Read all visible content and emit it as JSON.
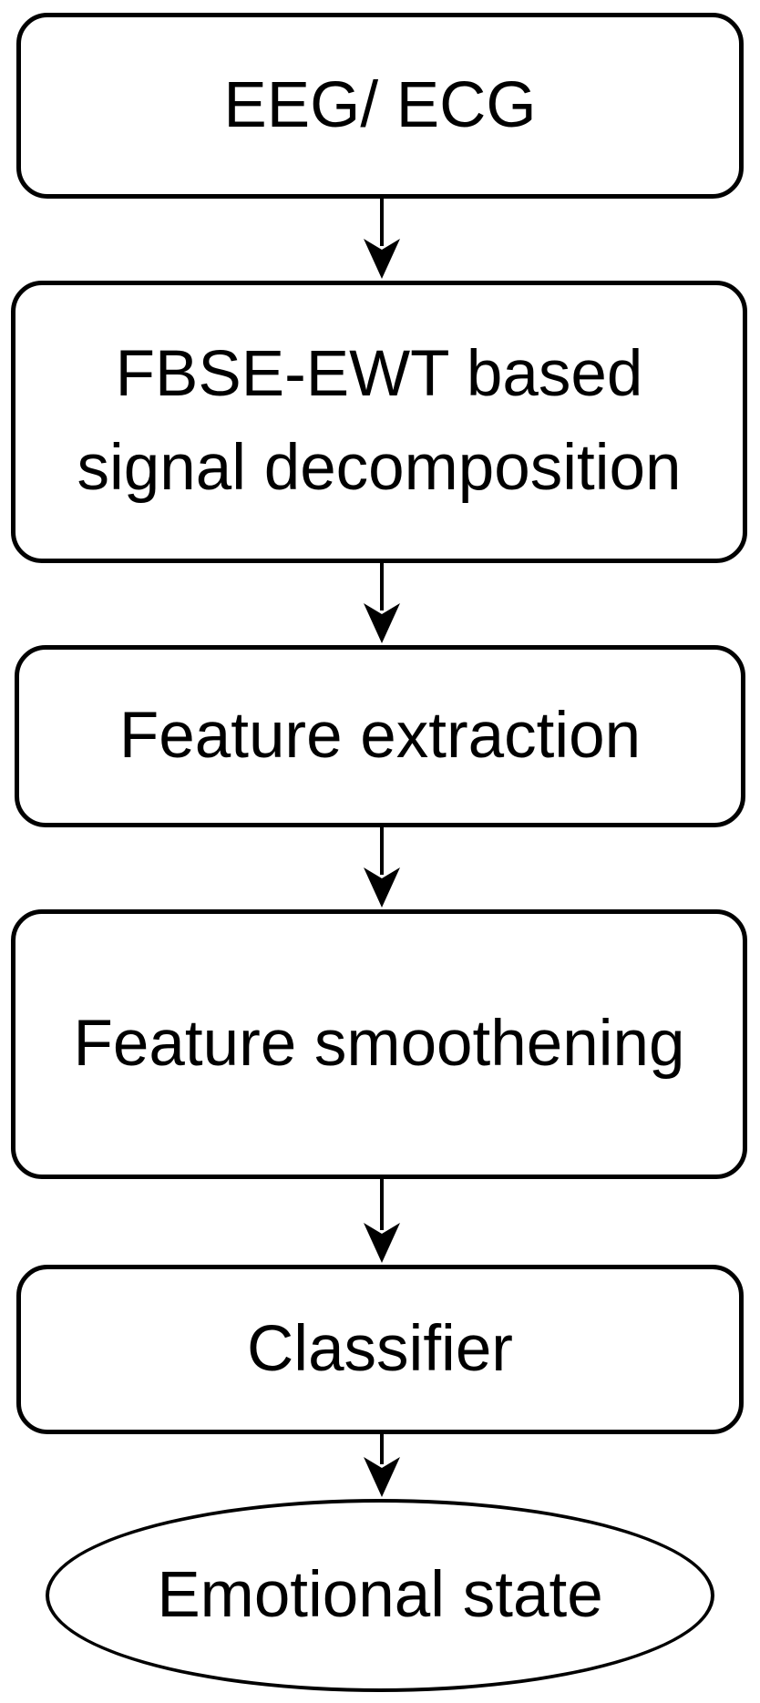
{
  "diagram": {
    "type": "flowchart",
    "direction": "top-down",
    "colors": {
      "stroke": "#000000",
      "fill": "#ffffff",
      "background": "#ffffff",
      "text": "#000000"
    },
    "nodes": [
      {
        "id": "eeg-ecg",
        "shape": "rounded-rectangle",
        "label": "EEG/ ECG"
      },
      {
        "id": "signal-decomposition",
        "shape": "rounded-rectangle",
        "label": "FBSE-EWT based signal decomposition"
      },
      {
        "id": "feature-extraction",
        "shape": "rounded-rectangle",
        "label": "Feature extraction"
      },
      {
        "id": "feature-smoothening",
        "shape": "rounded-rectangle",
        "label": "Feature smoothening"
      },
      {
        "id": "classifier",
        "shape": "rounded-rectangle",
        "label": "Classifier"
      },
      {
        "id": "emotional-state",
        "shape": "ellipse",
        "label": "Emotional state"
      }
    ],
    "edges": [
      {
        "from": "eeg-ecg",
        "to": "signal-decomposition"
      },
      {
        "from": "signal-decomposition",
        "to": "feature-extraction"
      },
      {
        "from": "feature-extraction",
        "to": "feature-smoothening"
      },
      {
        "from": "feature-smoothening",
        "to": "classifier"
      },
      {
        "from": "classifier",
        "to": "emotional-state"
      }
    ]
  }
}
